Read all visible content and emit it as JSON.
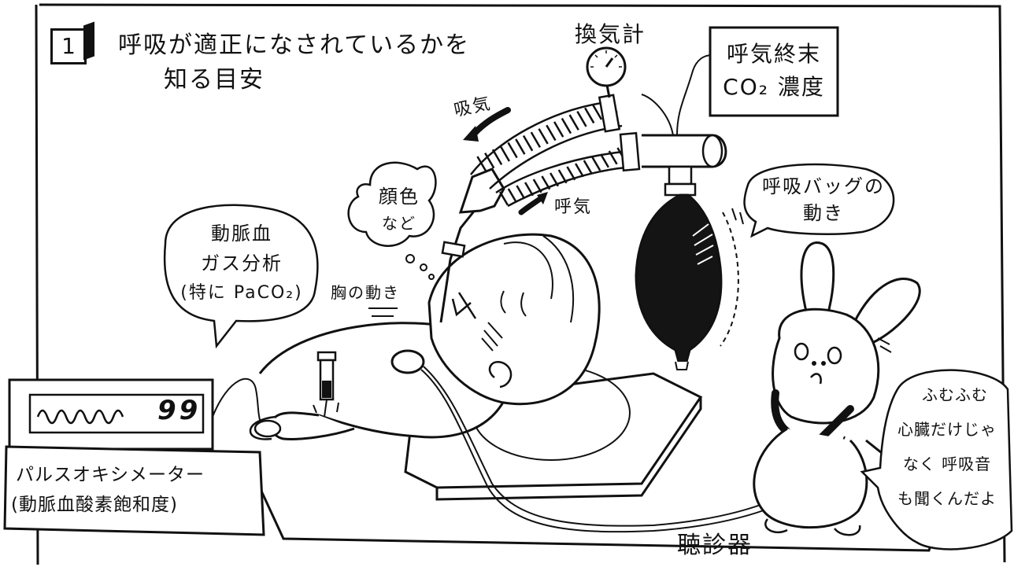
{
  "title": {
    "number": "1",
    "line1": "呼吸が適正になされているかを",
    "line2": "知る目安"
  },
  "labels": {
    "ventilation_meter": "換気計",
    "etco2_line1": "呼気終末",
    "etco2_line2": "CO₂ 濃度",
    "inhale": "吸気",
    "exhale": "呼気",
    "face_color_line1": "顔色",
    "face_color_line2": "など",
    "bag_motion_line1": "呼吸バッグの",
    "bag_motion_line2": "動き",
    "abg_line1": "動脈血",
    "abg_line2": "ガス分析",
    "abg_line3": "(特に PaCO₂)",
    "chest_motion": "胸の動き",
    "oximeter_name": "パルスオキシメーター",
    "oximeter_sub": "(動脈血酸素飽和度)",
    "stethoscope": "聴診器",
    "rabbit_1": "ふむふむ",
    "rabbit_2": "心臓だけじゃ",
    "rabbit_3": "なく 呼吸音",
    "rabbit_4": "も聞くんだよ"
  },
  "oximeter": {
    "reading": "99"
  },
  "icons": [
    "pressure-gauge-icon",
    "syringe-icon",
    "breathing-bag-icon",
    "rabbit-character-icon",
    "stethoscope-icon"
  ]
}
